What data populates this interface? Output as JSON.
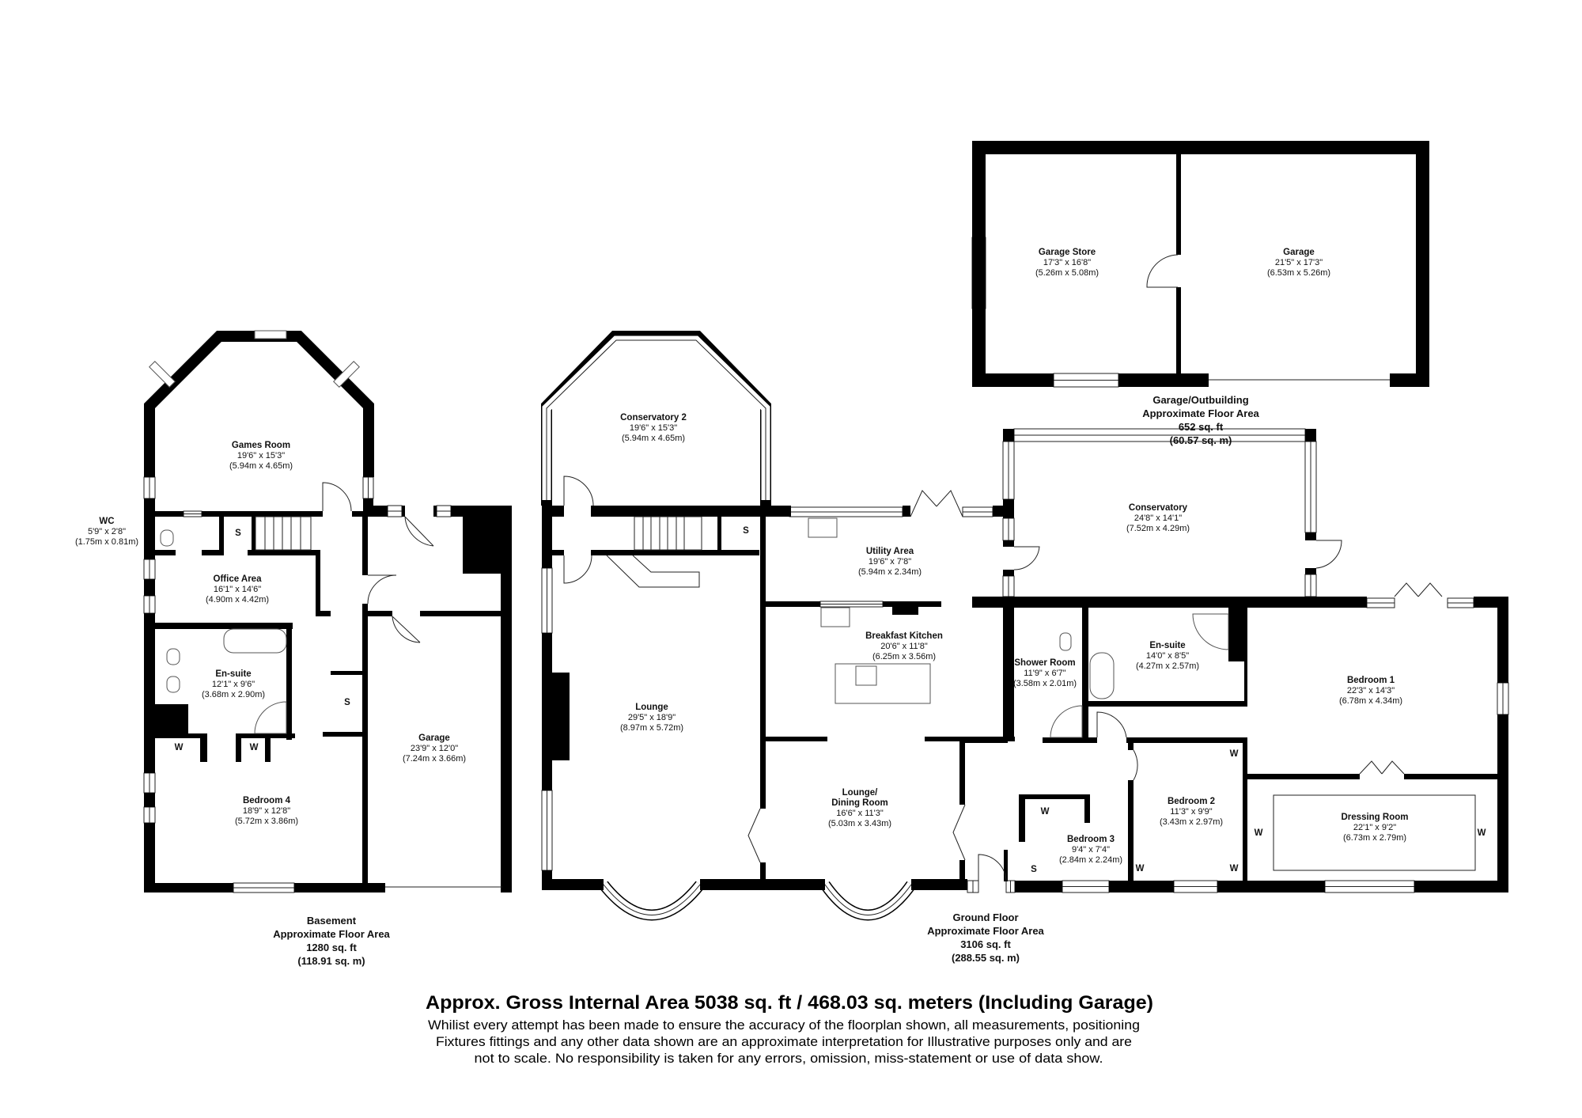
{
  "colors": {
    "wall": "#000000",
    "background": "#ffffff",
    "window": "#ffffff",
    "fixture_line": "#555555"
  },
  "outbuilding": {
    "rooms": [
      {
        "name": "Garage Store",
        "imperial": "17'3\" x 16'8\"",
        "metric": "(5.26m x 5.08m)"
      },
      {
        "name": "Garage",
        "imperial": "21'5\" x 17'3\"",
        "metric": "(6.53m x 5.26m)"
      }
    ],
    "label": {
      "title": "Garage/Outbuilding",
      "subtitle": "Approximate Floor Area",
      "sqft": "652 sq. ft",
      "sqm": "(60.57 sq. m)"
    }
  },
  "basement": {
    "rooms": [
      {
        "name": "WC",
        "imperial": "5'9\" x 2'8\"",
        "metric": "(1.75m x 0.81m)"
      },
      {
        "name": "Games Room",
        "imperial": "19'6\" x 15'3\"",
        "metric": "(5.94m x 4.65m)"
      },
      {
        "name": "Office Area",
        "imperial": "16'1\" x 14'6\"",
        "metric": "(4.90m x 4.42m)"
      },
      {
        "name": "En-suite",
        "imperial": "12'1\" x 9'6\"",
        "metric": "(3.68m x 2.90m)"
      },
      {
        "name": "Bedroom 4",
        "imperial": "18'9\" x 12'8\"",
        "metric": "(5.72m x 3.86m)"
      },
      {
        "name": "Garage",
        "imperial": "23'9\" x 12'0\"",
        "metric": "(7.24m x 3.66m)"
      }
    ],
    "closets": [
      "S",
      "S",
      "W",
      "W"
    ],
    "label": {
      "title": "Basement",
      "subtitle": "Approximate Floor Area",
      "sqft": "1280 sq. ft",
      "sqm": "(118.91 sq. m)"
    }
  },
  "ground_floor": {
    "rooms": [
      {
        "name": "Conservatory 2",
        "imperial": "19'6\" x 15'3\"",
        "metric": "(5.94m x 4.65m)"
      },
      {
        "name": "Lounge",
        "imperial": "29'5\" x 18'9\"",
        "metric": "(8.97m x 5.72m)"
      },
      {
        "name": "Utility Area",
        "imperial": "19'6\" x 7'8\"",
        "metric": "(5.94m x 2.34m)"
      },
      {
        "name": "Breakfast Kitchen",
        "imperial": "20'6\" x 11'8\"",
        "metric": "(6.25m x 3.56m)"
      },
      {
        "name": "Lounge/",
        "name2": "Dining Room",
        "imperial": "16'6\" x 11'3\"",
        "metric": "(5.03m x 3.43m)"
      },
      {
        "name": "Conservatory",
        "imperial": "24'8\" x 14'1\"",
        "metric": "(7.52m x 4.29m)"
      },
      {
        "name": "Shower Room",
        "imperial": "11'9\" x 6'7\"",
        "metric": "(3.58m x 2.01m)"
      },
      {
        "name": "En-suite",
        "imperial": "14'0\" x 8'5\"",
        "metric": "(4.27m x 2.57m)"
      },
      {
        "name": "Bedroom 1",
        "imperial": "22'3\" x 14'3\"",
        "metric": "(6.78m x 4.34m)"
      },
      {
        "name": "Bedroom 2",
        "imperial": "11'3\" x 9'9\"",
        "metric": "(3.43m x 2.97m)"
      },
      {
        "name": "Bedroom 3",
        "imperial": "9'4\" x 7'4\"",
        "metric": "(2.84m x 2.24m)"
      },
      {
        "name": "Dressing Room",
        "imperial": "22'1\" x 9'2\"",
        "metric": "(6.73m x 2.79m)"
      }
    ],
    "closets": [
      "S",
      "S",
      "W",
      "W",
      "W",
      "W",
      "W",
      "W"
    ],
    "label": {
      "title": "Ground Floor",
      "subtitle": "Approximate Floor Area",
      "sqft": "3106 sq. ft",
      "sqm": "(288.55 sq. m)"
    }
  },
  "footer": {
    "title": "Approx. Gross Internal Area 5038 sq. ft / 468.03 sq. meters (Including Garage)",
    "disclaimer": [
      "Whilist every attempt has been made to ensure the accuracy of the floorplan shown, all measurements, positioning",
      "Fixtures fittings and any other data shown are an approximate interpretation for Illustrative purposes only  and are",
      "not to scale. No responsibility is taken for any errors, omission, miss-statement or use of data show."
    ]
  }
}
